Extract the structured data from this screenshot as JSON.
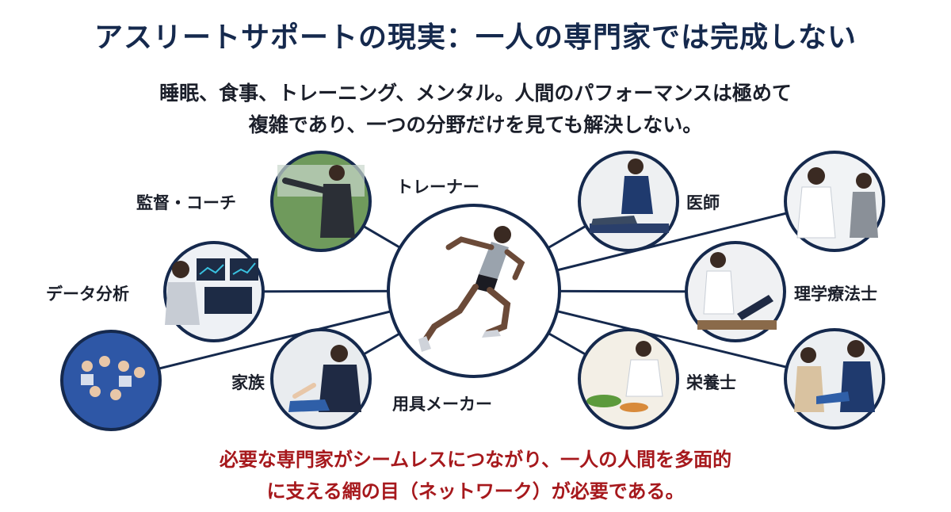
{
  "title": "アスリートサポートの現実：一人の専門家では完成しない",
  "subtitle": {
    "line1": "睡眠、食事、トレーニング、メンタル。人間のパフォーマンスは極めて",
    "line2": "複雑であり、一つの分野だけを見ても解決しない。"
  },
  "network": {
    "labels": {
      "coach": "監督・コーチ",
      "trainer": "トレーナー",
      "data": "データ分析",
      "family": "家族",
      "equipment": "用具メーカー",
      "doctor": "医師",
      "physio": "理学療法士",
      "nutrition": "栄養士"
    }
  },
  "footer": {
    "line1": "必要な専門家がシームレスにつながり、一人の人間を多面的",
    "line2": "に支える網の目（ネットワーク）が必要である。"
  },
  "colors": {
    "navy": "#15294d",
    "accent_red": "#a6181c"
  }
}
